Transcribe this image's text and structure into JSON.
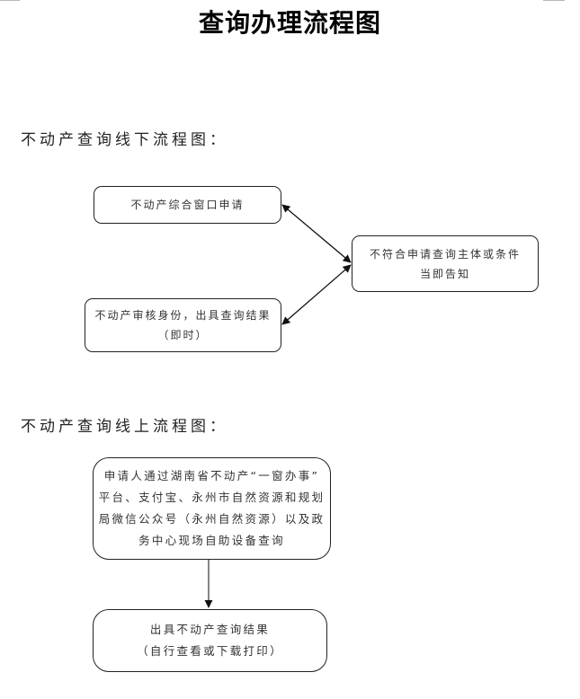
{
  "title": "查询办理流程图",
  "offline": {
    "heading": "不动产查询线下流程图：",
    "nodes": {
      "window_apply": [
        "不动产综合窗口申请"
      ],
      "reject_notice": [
        "不符合申请查询主体或条件",
        "当即告知"
      ],
      "verify_result": [
        "不动产审核身份，出具查询结果",
        "（即时）"
      ]
    },
    "edges": [
      {
        "from": "window_apply",
        "to": "reject_notice",
        "type": "bidirectional"
      },
      {
        "from": "verify_result",
        "to": "reject_notice",
        "type": "bidirectional"
      }
    ]
  },
  "online": {
    "heading": "不动产查询线上流程图：",
    "nodes": {
      "apply_channels": [
        "申请人通过湖南省不动产“一窗办事”",
        "平台、支付宝、永州市自然资源和规划",
        "局微信公众号（永州自然资源）以及政",
        "务中心现场自助设备查询"
      ],
      "issue_result": [
        "出具不动产查询结果",
        "（自行查看或下载打印）"
      ]
    },
    "edges": [
      {
        "from": "apply_channels",
        "to": "issue_result",
        "type": "directed"
      }
    ]
  }
}
